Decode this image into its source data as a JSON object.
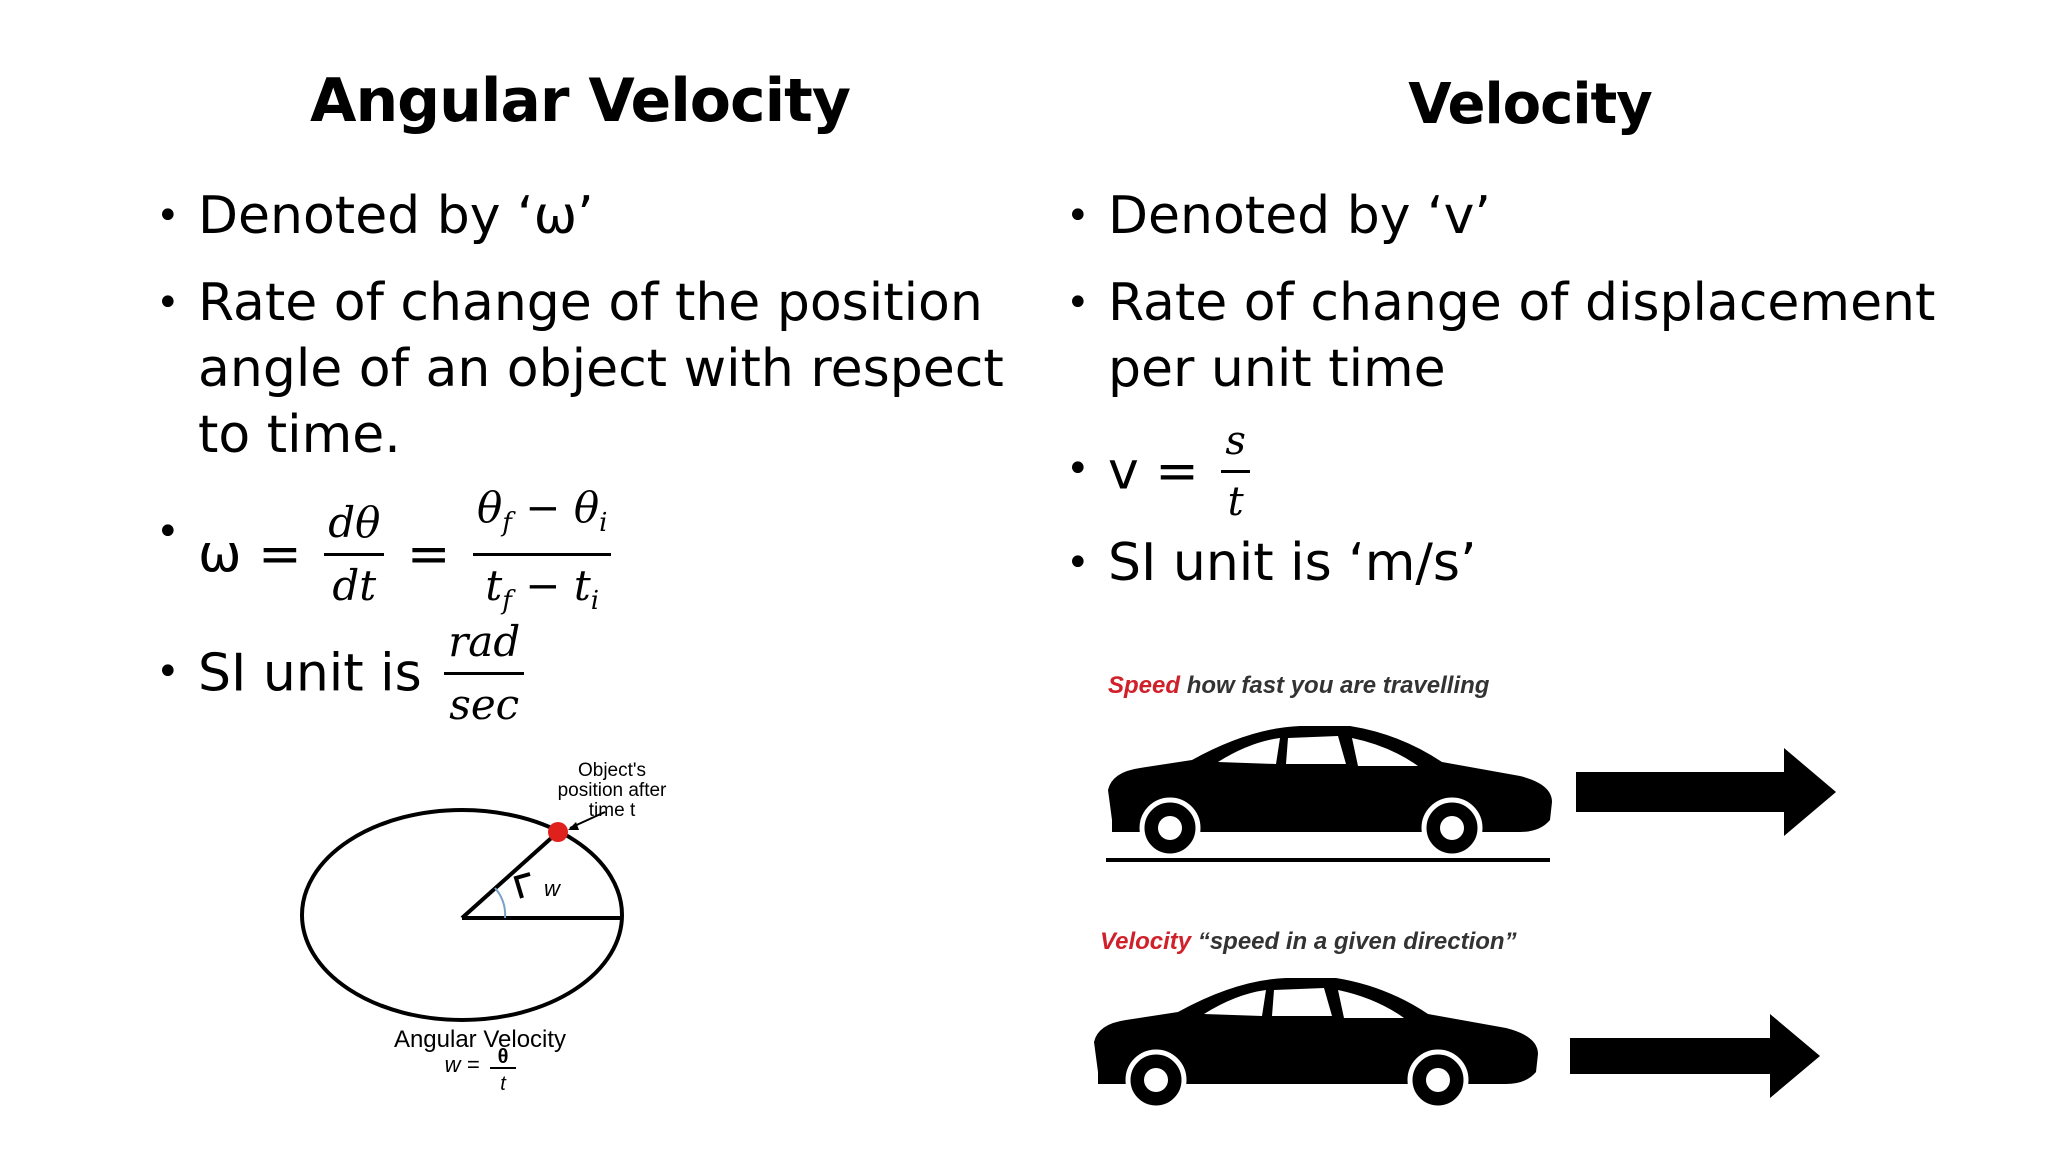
{
  "left": {
    "title": "Angular Velocity",
    "bullets": {
      "b1": "Denoted by ‘ω’",
      "b2_line1": "Rate of change of the position",
      "b2_line2": "angle of an object with respect",
      "b2_line3": "to time.",
      "b3_prefix": "ω =",
      "b3_eq": "=",
      "b3_frac1_num": "dθ",
      "b3_frac1_den": "dt",
      "b3_frac2_num_a": "θ",
      "b3_frac2_num_sub_a": "f",
      "b3_frac2_num_mid": " − θ",
      "b3_frac2_num_sub_b": "i",
      "b3_frac2_den_a": "t",
      "b3_frac2_den_sub_a": "f",
      "b3_frac2_den_mid": " − t",
      "b3_frac2_den_sub_b": "i",
      "b4_prefix": "SI unit is",
      "b4_num": "rad",
      "b4_den": "sec"
    },
    "diagram": {
      "callout_line1": "Object's",
      "callout_line2": "position after",
      "callout_line3": "time t",
      "angle_label": "w",
      "caption": "Angular Velocity",
      "formula_lhs": "w =",
      "formula_num": "θ",
      "formula_den": "t",
      "dot_color": "#e0201c"
    }
  },
  "right": {
    "title": "Velocity",
    "bullets": {
      "b1": "Denoted by ‘v’",
      "b2_line1": "Rate of change of displacement",
      "b2_line2": "per unit time",
      "b3_prefix": "v =",
      "b3_num": "s",
      "b3_den": "t",
      "b4": "SI unit is ‘m/s’"
    },
    "figure": {
      "speed_word": "Speed",
      "speed_rest": " how fast you are travelling",
      "velocity_word": "Velocity",
      "velocity_rest": " “speed in a given direction”",
      "accent_color": "#d0202a"
    }
  }
}
